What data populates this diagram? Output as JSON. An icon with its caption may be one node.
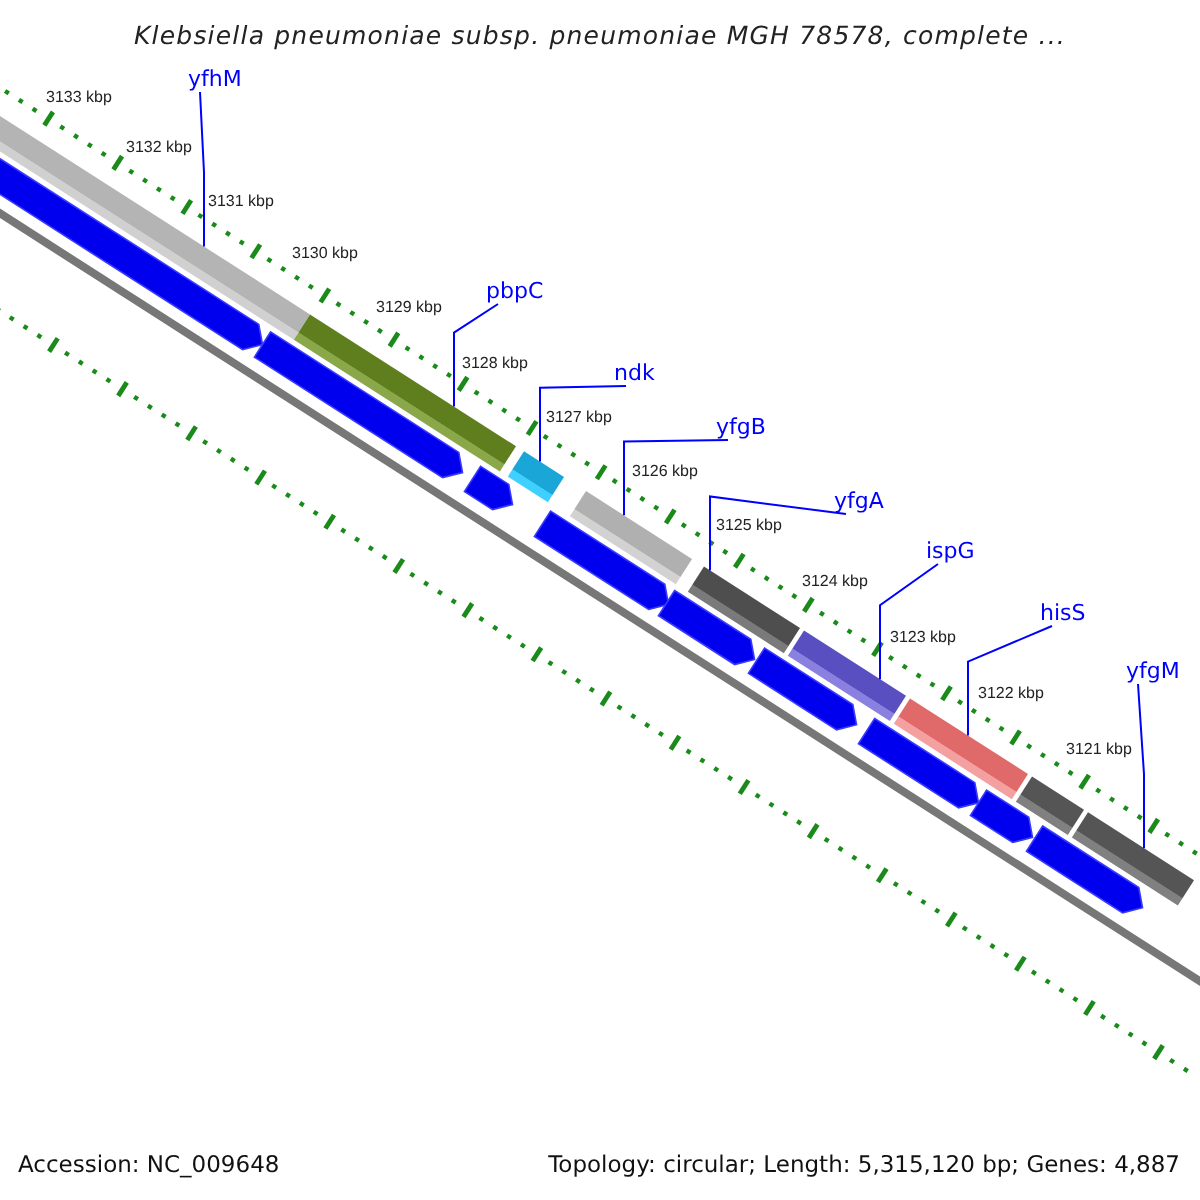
{
  "diagram": {
    "title": "Klebsiella pneumoniae subsp. pneumoniae MGH 78578, complete ...",
    "nodes": [
      {
        "text": [
          "yfhM"
        ]
      },
      {
        "text": [
          "pbpC"
        ]
      },
      {
        "text": [
          "ndk"
        ]
      },
      {
        "text": [
          "yfgB"
        ]
      },
      {
        "text": [
          "yfgA"
        ]
      },
      {
        "text": [
          "ispG"
        ]
      },
      {
        "text": [
          "hisS"
        ]
      },
      {
        "text": [
          "yfgM"
        ]
      },
      {
        "text": [],
        "shape": "bar"
      },
      {
        "text": [],
        "shape": "bar"
      },
      {
        "text": [],
        "shape": "bar"
      },
      {
        "text": [],
        "shape": "bar"
      },
      {
        "text": [],
        "shape": "bar"
      },
      {
        "text": [],
        "shape": "bar"
      },
      {
        "text": [],
        "shape": "bar"
      },
      {
        "text": [],
        "shape": "bar"
      },
      {
        "text": [],
        "shape": "bar"
      },
      {
        "text": [],
        "shape": "arrow"
      },
      {
        "text": [],
        "shape": "arrow"
      },
      {
        "text": [],
        "shape": "arrow"
      },
      {
        "text": [],
        "shape": "arrow"
      },
      {
        "text": [],
        "shape": "arrow"
      },
      {
        "text": [],
        "shape": "arrow"
      },
      {
        "text": [],
        "shape": "arrow"
      },
      {
        "text": [],
        "shape": "arrow"
      },
      {
        "text": [],
        "shape": "arrow"
      }
    ],
    "edges": [
      {
        "from": 0,
        "to": 8,
        "arrow": "none"
      },
      {
        "from": 1,
        "to": 9,
        "arrow": "none"
      },
      {
        "from": 2,
        "to": 10,
        "arrow": "none"
      },
      {
        "from": 3,
        "to": 11,
        "arrow": "none"
      },
      {
        "from": 4,
        "to": 12,
        "arrow": "none"
      },
      {
        "from": 5,
        "to": 13,
        "arrow": "none"
      },
      {
        "from": 6,
        "to": 14,
        "arrow": "none"
      },
      {
        "from": 7,
        "to": 16,
        "arrow": "none"
      }
    ],
    "labels": [
      "3133 kbp",
      "3132 kbp",
      "3131 kbp",
      "3130 kbp",
      "3129 kbp",
      "3128 kbp",
      "3127 kbp",
      "3126 kbp",
      "3125 kbp",
      "3124 kbp",
      "3123 kbp",
      "3122 kbp",
      "3121 kbp",
      "Accession: NC_009648",
      "Topology: circular; Length: 5,315,120 bp; Genes: 4,887"
    ]
  }
}
